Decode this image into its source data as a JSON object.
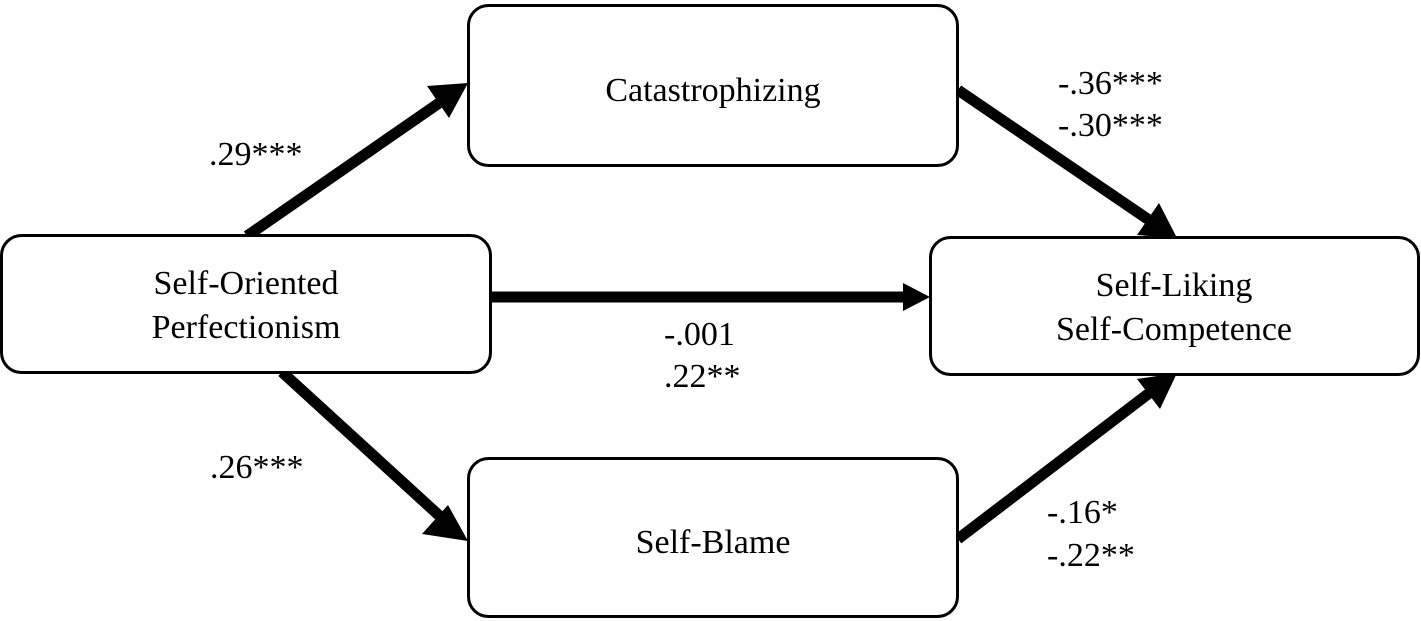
{
  "nodes": {
    "predictor": {
      "lines": [
        "Self-Oriented",
        "Perfectionism"
      ]
    },
    "mediator_top": {
      "lines": [
        "Catastrophizing"
      ]
    },
    "mediator_bottom": {
      "lines": [
        "Self-Blame"
      ]
    },
    "outcome": {
      "lines": [
        "Self-Liking",
        "Self-Competence"
      ]
    }
  },
  "edges": {
    "predictor_to_top": {
      "from": "Self-Oriented Perfectionism",
      "to": "Catastrophizing",
      "labels": [
        ".29***"
      ]
    },
    "predictor_to_bottom": {
      "from": "Self-Oriented Perfectionism",
      "to": "Self-Blame",
      "labels": [
        ".26***"
      ]
    },
    "predictor_to_outcome": {
      "from": "Self-Oriented Perfectionism",
      "to": "Self-Liking / Self-Competence",
      "labels": [
        "-.001",
        ".22**"
      ]
    },
    "top_to_outcome": {
      "from": "Catastrophizing",
      "to": "Self-Liking / Self-Competence",
      "labels": [
        "-.36***",
        "-.30***"
      ]
    },
    "bottom_to_outcome": {
      "from": "Self-Blame",
      "to": "Self-Liking / Self-Competence",
      "labels": [
        "-.16*",
        "-.22**"
      ]
    }
  },
  "colors": {
    "stroke": "#000000",
    "background": "#ffffff"
  }
}
